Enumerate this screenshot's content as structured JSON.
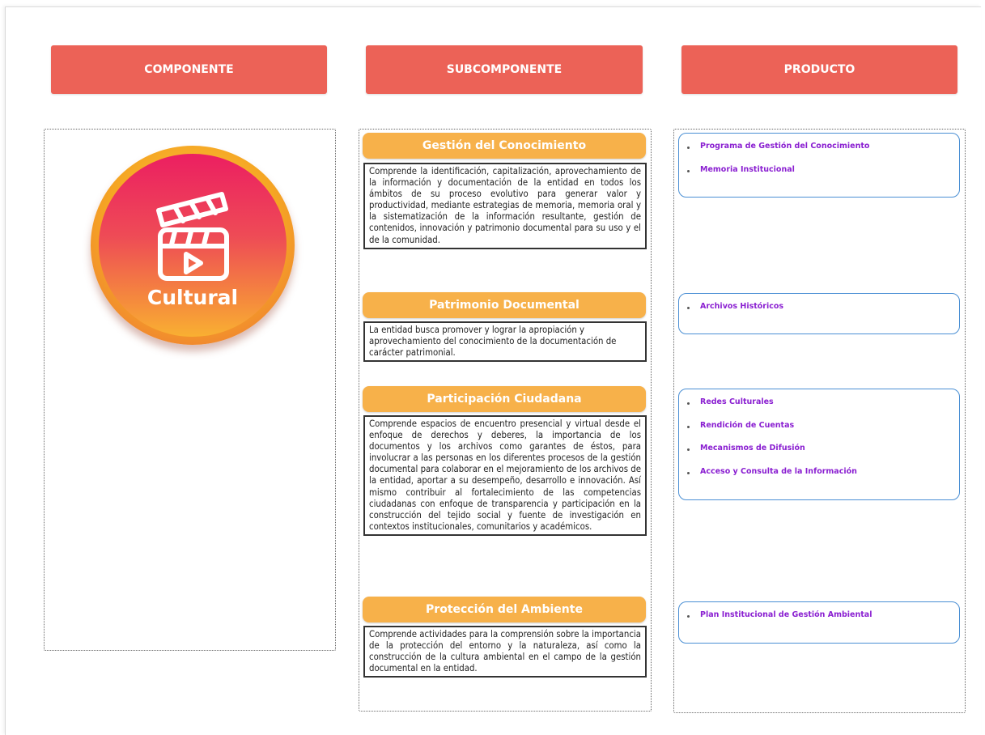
{
  "headers": {
    "componente": "COMPONENTE",
    "subcomponente": "SUBCOMPONENTE",
    "producto": "PRODUCTO"
  },
  "component": {
    "label": "Cultural",
    "icon": "clapperboard-play-icon"
  },
  "subcomponents": [
    {
      "title": "Gestión del Conocimiento",
      "description": "Comprende la identificación, capitalización, aprovechamiento de la información y documentación de la entidad en todos los ámbitos de su proceso evolutivo para generar valor y productividad, mediante estrategias de memoria, memoria oral y la sistematización de la información resultante, gestión de contenidos, innovación y patrimonio documental para su uso y el de la comunidad."
    },
    {
      "title": "Patrimonio Documental",
      "description": "La entidad busca promover y lograr la apropiación y aprovechamiento del conocimiento de la documentación de carácter patrimonial."
    },
    {
      "title": "Participación Ciudadana",
      "description": "Comprende espacios de encuentro presencial y virtual desde el enfoque de derechos y deberes, la importancia de los documentos y los archivos como garantes de éstos, para involucrar a las personas en los diferentes procesos de la gestión documental para colaborar en el mejoramiento de los archivos de la entidad, aportar a su desempeño, desarrollo e innovación. Así mismo contribuir al fortalecimiento de las competencias ciudadanas con enfoque de transparencia y participación en la construcción del tejido social y fuente de investigación en contextos institucionales, comunitarios y académicos."
    },
    {
      "title": "Protección del Ambiente",
      "description": "Comprende actividades para la comprensión sobre la importancia de la protección del entorno y la naturaleza, así como la construcción de la cultura ambiental en el campo de la gestión documental en la entidad."
    }
  ],
  "products": [
    {
      "items": [
        "Programa de Gestión del Conocimiento",
        "Memoria Institucional"
      ]
    },
    {
      "items": [
        "Archivos Históricos"
      ]
    },
    {
      "items": [
        "Redes Culturales",
        "Rendición de Cuentas",
        "Mecanismos de Difusión",
        "Acceso y Consulta de la Información"
      ]
    },
    {
      "items": [
        "Plan Institucional de Gestión Ambiental"
      ]
    }
  ],
  "colors": {
    "header": "#ec6257",
    "subtitle": "#f7b14a",
    "product_text": "#8a1fd1",
    "product_border": "#4a8fd4"
  }
}
